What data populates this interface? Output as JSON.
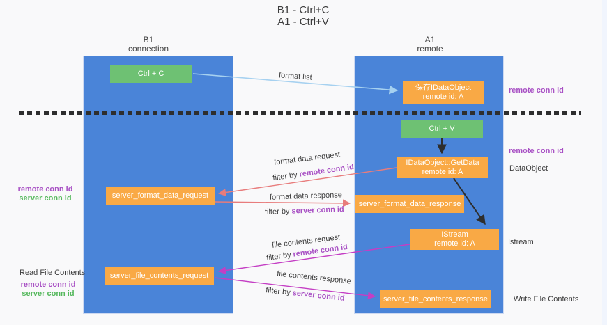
{
  "title": {
    "line1": "B1 - Ctrl+C",
    "line2": "A1 - Ctrl+V"
  },
  "columns": {
    "left": {
      "name": "B1",
      "role": "connection"
    },
    "right": {
      "name": "A1",
      "role": "remote"
    }
  },
  "boxes": {
    "ctrl_c": "Ctrl + C",
    "save_idataobject": {
      "line1": "保存IDataObject",
      "line2": "remote id: A"
    },
    "ctrl_v": "Ctrl + V",
    "getdata": {
      "line1": "IDataObject::GetData",
      "line2": "remote id: A"
    },
    "format_request": "server_format_data_request",
    "format_response": "server_format_data_response",
    "istream": {
      "line1": "IStream",
      "line2": "remote id: A"
    },
    "file_request": "server_file_contents_request",
    "file_response": "server_file_contents_response"
  },
  "labels": {
    "format_list": "format list",
    "remote_conn_id": "remote conn id",
    "server_conn_id": "server conn id",
    "filter_by": "filter by ",
    "format_data_request": "format data request",
    "format_data_response": "format data response",
    "file_contents_request": "file contents request",
    "file_contents_response": "file contents response",
    "dataobject": "DataObject",
    "istream": "Istream",
    "read_file_contents": "Read File Contents",
    "write_file_contents": "Write File Contents"
  },
  "colors": {
    "column_blue": "#4a84d8",
    "box_green": "#6ec173",
    "box_orange": "#f9a945",
    "text_purple": "#a850c4",
    "text_green": "#55b85c",
    "arrow_red": "#e87c7c",
    "arrow_magenta": "#c43ec4",
    "arrow_blue": "#a6d1f0",
    "arrow_black": "#2e2e2e",
    "background": "#f9f9fa"
  },
  "arrows": [
    {
      "name": "format-list-arrow",
      "from": "ctrl_c",
      "to": "save_idataobject"
    },
    {
      "name": "ctrlv-to-getdata-arrow",
      "from": "ctrl_v",
      "to": "getdata"
    },
    {
      "name": "format-data-request-arrow",
      "from": "getdata",
      "to": "format_request"
    },
    {
      "name": "format-data-response-arrow",
      "from": "format_request",
      "to": "format_response"
    },
    {
      "name": "getdata-to-istream-arrow",
      "from": "getdata",
      "to": "istream"
    },
    {
      "name": "file-contents-request-arrow",
      "from": "istream",
      "to": "file_request"
    },
    {
      "name": "file-contents-response-arrow",
      "from": "file_request",
      "to": "file_response"
    }
  ]
}
